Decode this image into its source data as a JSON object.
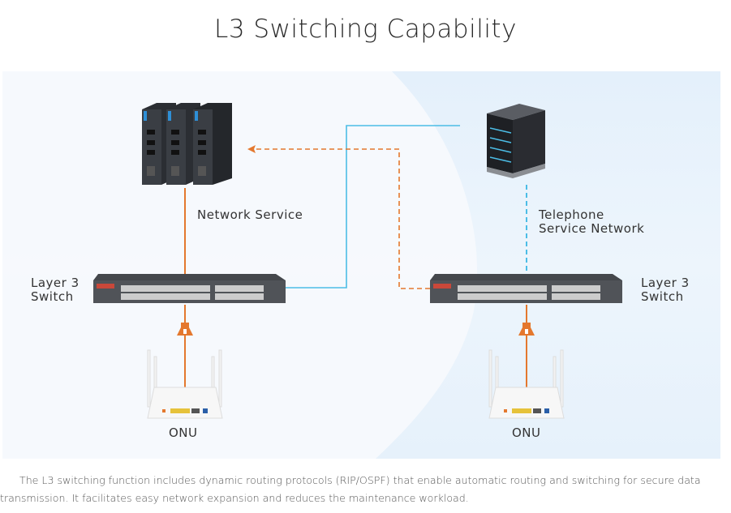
{
  "title": "L3 Switching Capability",
  "diagram": {
    "nodes": {
      "network_server": {
        "label": "Network Service"
      },
      "telephone_server": {
        "label_line1": "Telephone",
        "label_line2": "Service Network"
      },
      "switch_left": {
        "label_line1": "Layer 3",
        "label_line2": "Switch"
      },
      "switch_right": {
        "label_line1": "Layer 3",
        "label_line2": "Switch"
      },
      "onu_left": {
        "label": "ONU"
      },
      "onu_right": {
        "label": "ONU"
      }
    },
    "colors": {
      "orange_link": "#e4782e",
      "blue_link": "#4cbde6",
      "panel_bg": "#e4f0fb"
    },
    "links": [
      {
        "from": "switch_left",
        "to": "network_server",
        "style": "solid",
        "color": "orange"
      },
      {
        "from": "switch_left",
        "to": "telephone_server",
        "style": "solid",
        "color": "blue"
      },
      {
        "from": "switch_right",
        "to": "network_server",
        "style": "dashed",
        "color": "orange",
        "arrow": true
      },
      {
        "from": "switch_right",
        "to": "telephone_server",
        "style": "dashed",
        "color": "blue"
      },
      {
        "from": "onu_left",
        "to": "switch_left",
        "style": "solid",
        "color": "orange"
      },
      {
        "from": "onu_right",
        "to": "switch_right",
        "style": "solid",
        "color": "orange"
      }
    ]
  },
  "description": "The L3 switching function includes dynamic routing protocols (RIP/OSPF) that enable automatic routing and switching for secure data transmission. It facilitates easy network expansion and reduces the maintenance workload."
}
